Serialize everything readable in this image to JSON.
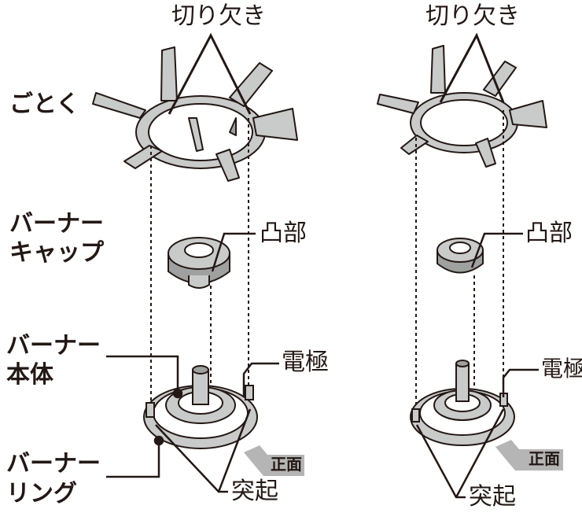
{
  "labels": {
    "notch_left": "切り欠き",
    "notch_right": "切り欠き",
    "trivet": "ごとく",
    "burner_cap_line1": "バーナー",
    "burner_cap_line2": "キャップ",
    "protrusion_left": "凸部",
    "protrusion_right": "凸部",
    "burner_body_line1": "バーナー",
    "burner_body_line2": "本体",
    "electrode_left": "電極",
    "electrode_right": "電極",
    "burner_ring_line1": "バーナー",
    "burner_ring_line2": "リング",
    "front_left": "正面",
    "front_right": "正面",
    "lug_left": "突起",
    "lug_right": "突起"
  },
  "colors": {
    "ink": "#231815",
    "metal_fill": "#c9caca",
    "metal_dark": "#9fa0a0",
    "white": "#ffffff",
    "arrow_gray": "#b5b5b6"
  }
}
